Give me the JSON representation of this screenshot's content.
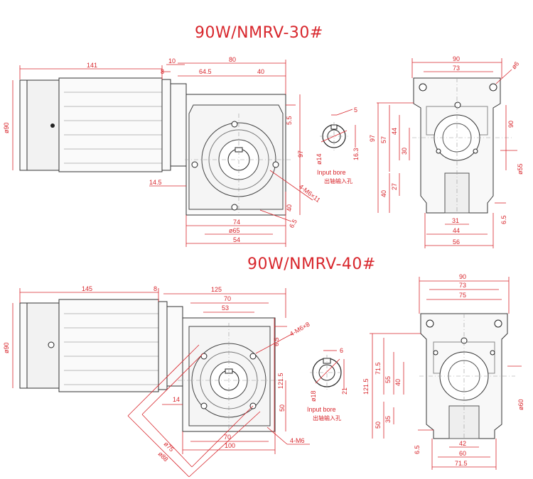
{
  "titles": {
    "top": "90W/NMRV-30#",
    "bottom": "90W/NMRV-40#"
  },
  "colors": {
    "annotation": "#d8262c",
    "outline": "#222222",
    "background": "#ffffff"
  },
  "nmrv30": {
    "front": {
      "d141": "141",
      "d10": "10",
      "d8": "8",
      "d80": "80",
      "d64_5": "64.5",
      "d40": "40",
      "d90": "ø90",
      "d5_5": "5.5",
      "d97": "97",
      "d14_5": "14.5",
      "d4m6": "4-M6×11",
      "d40b": "40",
      "d74": "74",
      "d65": "ø65",
      "d6_5": "6.5",
      "d54": "54"
    },
    "bore": {
      "d5": "5",
      "d14": "ø14",
      "d16_3": "16.3",
      "label_en": "Input bore",
      "label_cn": "出轴输入孔"
    },
    "side": {
      "d90": "90",
      "d73": "73",
      "d6": "ø6",
      "d97": "97",
      "d57": "57",
      "d44": "44",
      "d30": "30",
      "d27": "27",
      "d40": "40",
      "d90r": "90",
      "d55": "ø55",
      "d6_5": "6.5",
      "d31": "31",
      "d44b": "44",
      "d56": "56"
    }
  },
  "nmrv40": {
    "front": {
      "d145": "145",
      "d8": "8",
      "d125": "125",
      "d70": "70",
      "d53": "53",
      "d90": "ø90",
      "d4m6x8": "4-M6×8",
      "d6_5": "6.5",
      "d121_5": "121.5",
      "d14": "14",
      "d50": "50",
      "d75": "ø75",
      "d88": "ø88",
      "d70b": "70",
      "d100": "100",
      "d4m6": "4-M6"
    },
    "bore": {
      "d6": "6",
      "d18": "ø18",
      "d21": "21",
      "label_en": "Input bore",
      "label_cn": "出轴输入孔"
    },
    "side": {
      "d90": "90",
      "d73": "73",
      "d75": "75",
      "d121_5": "121.5",
      "d71_5": "71.5",
      "d55": "55",
      "d40": "40",
      "d50": "50",
      "d35": "35",
      "d60r": "ø60",
      "d6_5": "6.5",
      "d42": "42",
      "d60": "60",
      "d71_5b": "71.5"
    }
  }
}
